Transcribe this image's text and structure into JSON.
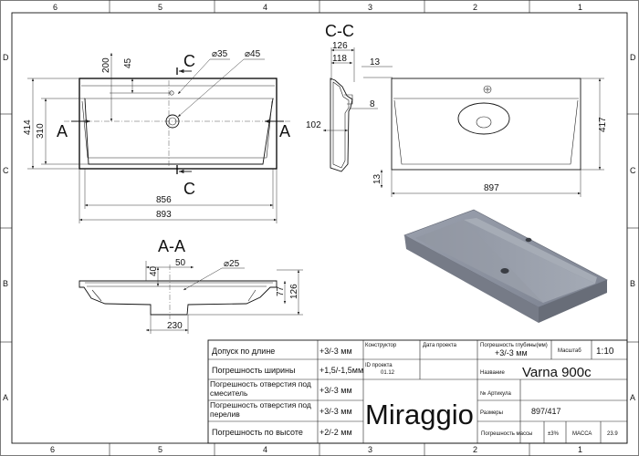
{
  "border_columns": [
    "6",
    "5",
    "4",
    "3",
    "2",
    "1"
  ],
  "border_rows": [
    "D",
    "C",
    "B",
    "A"
  ],
  "section_cc": {
    "title": "C-C",
    "dims": [
      "126",
      "118",
      "13",
      "8",
      "102",
      "13"
    ]
  },
  "section_aa": {
    "title": "A-A",
    "dims": [
      "40",
      "50",
      "⌀25",
      "77",
      "126",
      "230"
    ]
  },
  "top_view": {
    "dims": [
      "200",
      "45",
      "⌀35",
      "⌀45",
      "414",
      "310",
      "856",
      "893"
    ],
    "cut_letters": [
      "A",
      "A",
      "C",
      "C"
    ]
  },
  "right_view": {
    "dims": [
      "417",
      "897"
    ]
  },
  "title_block": {
    "tolerances": [
      {
        "label": "Допуск по длине",
        "value": "+3/-3 мм"
      },
      {
        "label": "Погрешность ширины",
        "value": "+1,5/-1,5мм"
      },
      {
        "label": "Погрешность отверстия под смеситель",
        "value": "+3/-3 мм"
      },
      {
        "label": "Погрешность отверстия под перелив",
        "value": "+3/-3 мм"
      },
      {
        "label": "Погрешность по высоте",
        "value": "+2/-2 мм"
      }
    ],
    "designer_label": "Конструктор",
    "project_date_label": "Дата проекта",
    "project_id_label": "ID проекта",
    "project_id_value": "01.12",
    "depth_tol_label": "Погрешность глубины(мм)",
    "depth_tol_value": "+3/-3 мм",
    "scale_label": "Масштаб",
    "scale_value": "1:10",
    "name_label": "Название",
    "name_value": "Varna 900c",
    "article_label": "№ Артикула",
    "sizes_label": "Размеры",
    "sizes_value": "897/417",
    "mass_tol_label": "Погрешность массы",
    "mass_tol_value": "±3%",
    "mass_label": "МАССА",
    "mass_value": "23.9",
    "brand": "Miraggio"
  }
}
